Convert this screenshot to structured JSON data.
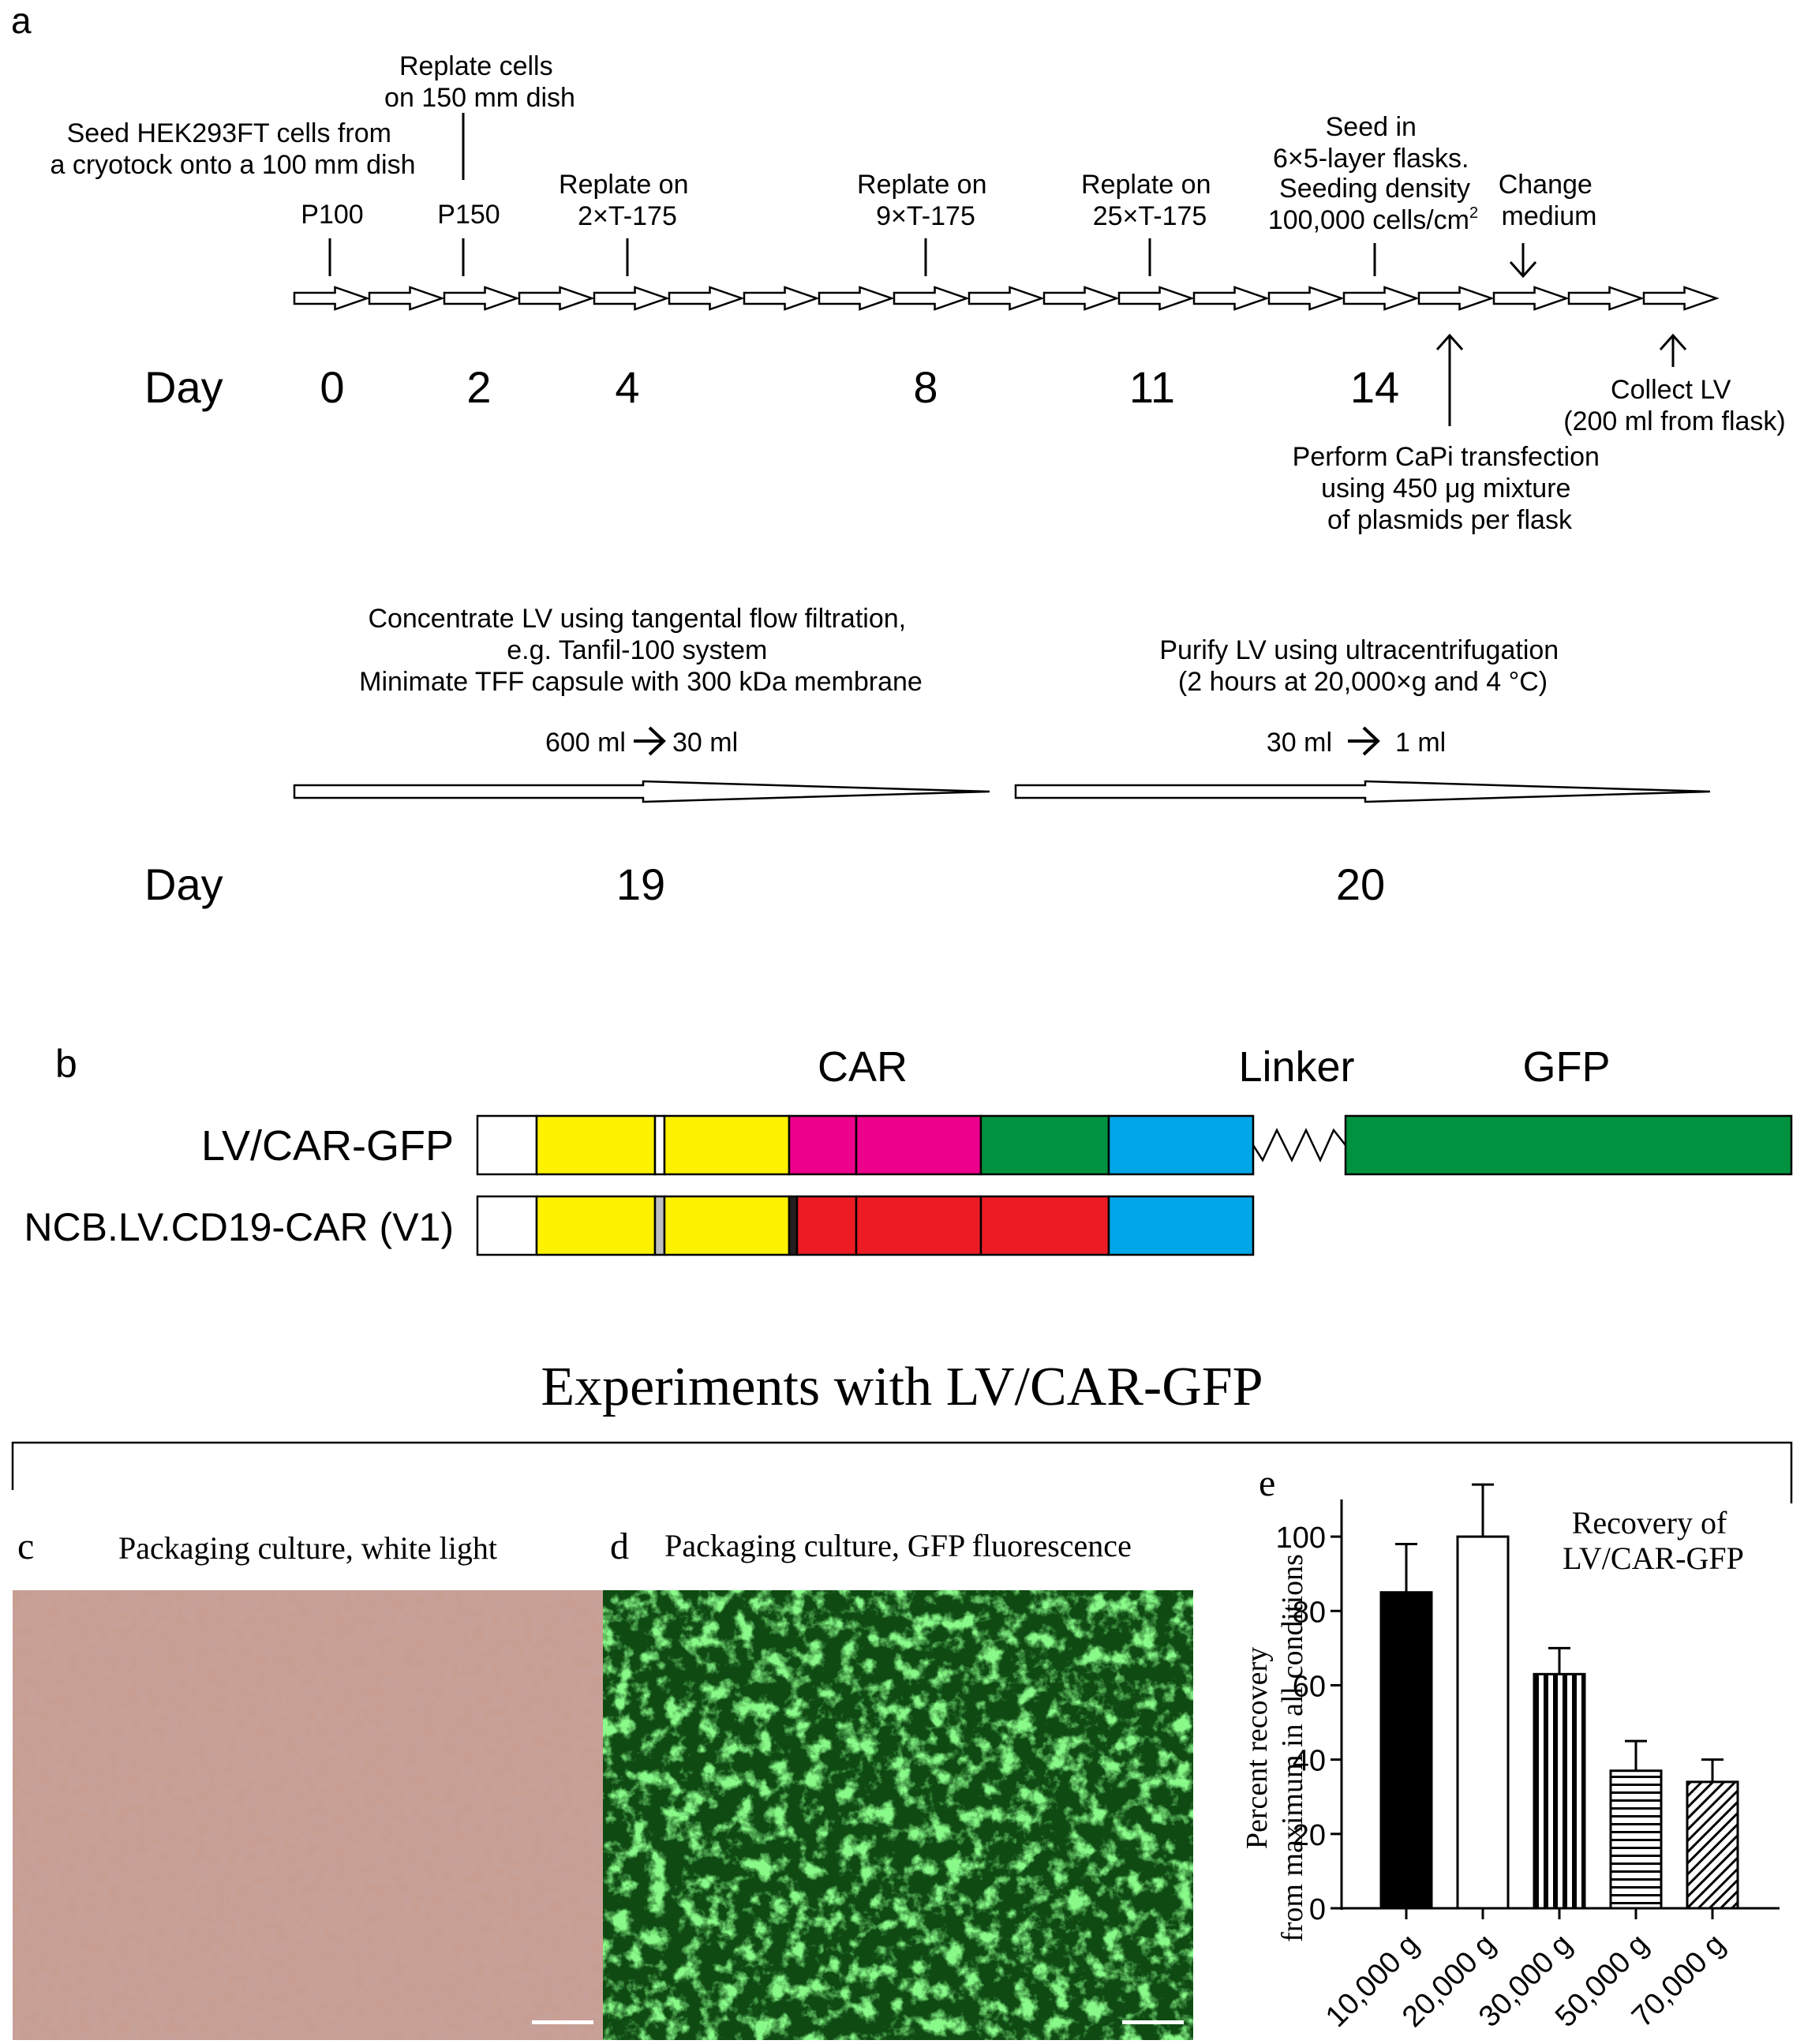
{
  "panel_a": {
    "letter": "a",
    "top_annotations": [
      {
        "lines": [
          "Replate cells",
          "on 150 mm dish"
        ]
      },
      {
        "lines": [
          "Seed HEK293FT cells from",
          "a cryotock onto a 100 mm dish"
        ]
      },
      {
        "lines": [
          "P100"
        ]
      },
      {
        "lines": [
          "P150"
        ]
      },
      {
        "lines": [
          "Replate on",
          "2×T-175"
        ]
      },
      {
        "lines": [
          "Replate on",
          "9×T-175"
        ]
      },
      {
        "lines": [
          "Replate on",
          "25×T-175"
        ]
      },
      {
        "lines": [
          "Seed in",
          "6×5-layer flasks.",
          "Seeding density"
        ]
      },
      {
        "lines": [
          "Change",
          "medium"
        ]
      }
    ],
    "seeding_value": "100,000 cells/cm",
    "seeding_superscript": "2",
    "day_label": "Day",
    "days": [
      "0",
      "2",
      "4",
      "8",
      "11",
      "14"
    ],
    "collect": [
      "Collect LV",
      "(200 ml from flask)"
    ],
    "transfection": [
      "Perform CaPi transfection",
      "using 450 μg mixture",
      "of plasmids per flask"
    ],
    "concentrate": [
      "Concentrate LV using tangental flow filtration,",
      "e.g. Tanfil-100 system",
      "Minimate TFF capsule with 300 kDa membrane"
    ],
    "concentrate_volumes": {
      "from": "600 ml",
      "to": "30 ml"
    },
    "purify": [
      "Purify LV using ultracentrifugation",
      "(2 hours at 20,000×g and 4 °C)"
    ],
    "purify_volumes": {
      "from": "30 ml",
      "to": "1 ml"
    },
    "days2": [
      "19",
      "20"
    ]
  },
  "panel_b": {
    "letter": "b",
    "headers": {
      "car": "CAR",
      "linker": "Linker",
      "gfp": "GFP"
    },
    "constructs": [
      {
        "name": "LV/CAR-GFP"
      },
      {
        "name": "NCB.LV.CD19-CAR (V1)"
      }
    ],
    "colors": {
      "yellow": "#FFF200",
      "magenta": "#EC008C",
      "green": "#00923F",
      "blue": "#00A6E8",
      "red": "#ED1C24",
      "gray": "#BEBEBE",
      "black": "#231F20"
    }
  },
  "experiments_title": "Experiments with LV/CAR-GFP",
  "panel_c": {
    "letter": "c",
    "caption": "Packaging culture, white light"
  },
  "panel_d": {
    "letter": "d",
    "caption": "Packaging culture, GFP fluorescence"
  },
  "panel_e": {
    "letter": "e",
    "chart_data": {
      "type": "bar",
      "title": "Recovery of LV/CAR-GFP",
      "title_lines": [
        "Recovery of",
        "LV/CAR-GFP"
      ],
      "ylabel_lines": [
        "Percent recovery",
        "from maximum in all conditions"
      ],
      "categories": [
        "10,000 g",
        "20,000 g",
        "30,000 g",
        "50,000 g",
        "70,000 g"
      ],
      "values": [
        85,
        100,
        63,
        37,
        34
      ],
      "errors": [
        13,
        14,
        7,
        8,
        6
      ],
      "ylim": [
        0,
        110
      ],
      "yticks": [
        0,
        20,
        40,
        60,
        80,
        100
      ],
      "ytick_labels": [
        "0",
        "20",
        "40",
        "60",
        "80",
        "100"
      ],
      "fills": [
        "solid-black",
        "white",
        "vertical-stripes",
        "horizontal-stripes",
        "diagonal-stripes"
      ]
    }
  }
}
